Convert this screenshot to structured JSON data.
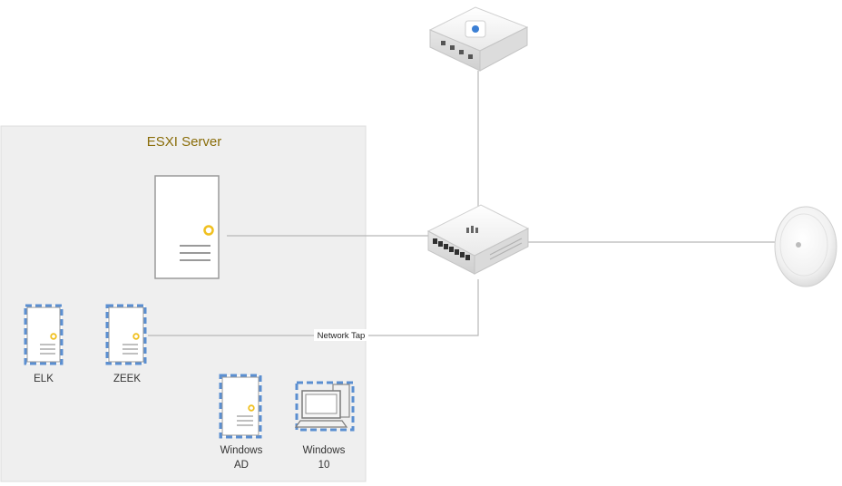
{
  "zone": {
    "title": "ESXI Server"
  },
  "labels": {
    "network_tap": "Network Tap"
  },
  "vms": {
    "elk": {
      "line1": "ELK"
    },
    "zeek": {
      "line1": "ZEEK"
    },
    "windows_ad": {
      "line1": "Windows",
      "line2": "AD"
    },
    "windows_10": {
      "line1": "Windows",
      "line2": "10"
    }
  },
  "colors": {
    "zone_fill": "#efefef",
    "zone_border": "#dddddd",
    "zone_title": "#8a6d0a",
    "link_line": "#b8b8b8",
    "server_border": "#9a9a9a",
    "vm_blue": "#5b8fd1",
    "power_yellow": "#f0c020",
    "device_body": "#f3f3f3"
  }
}
